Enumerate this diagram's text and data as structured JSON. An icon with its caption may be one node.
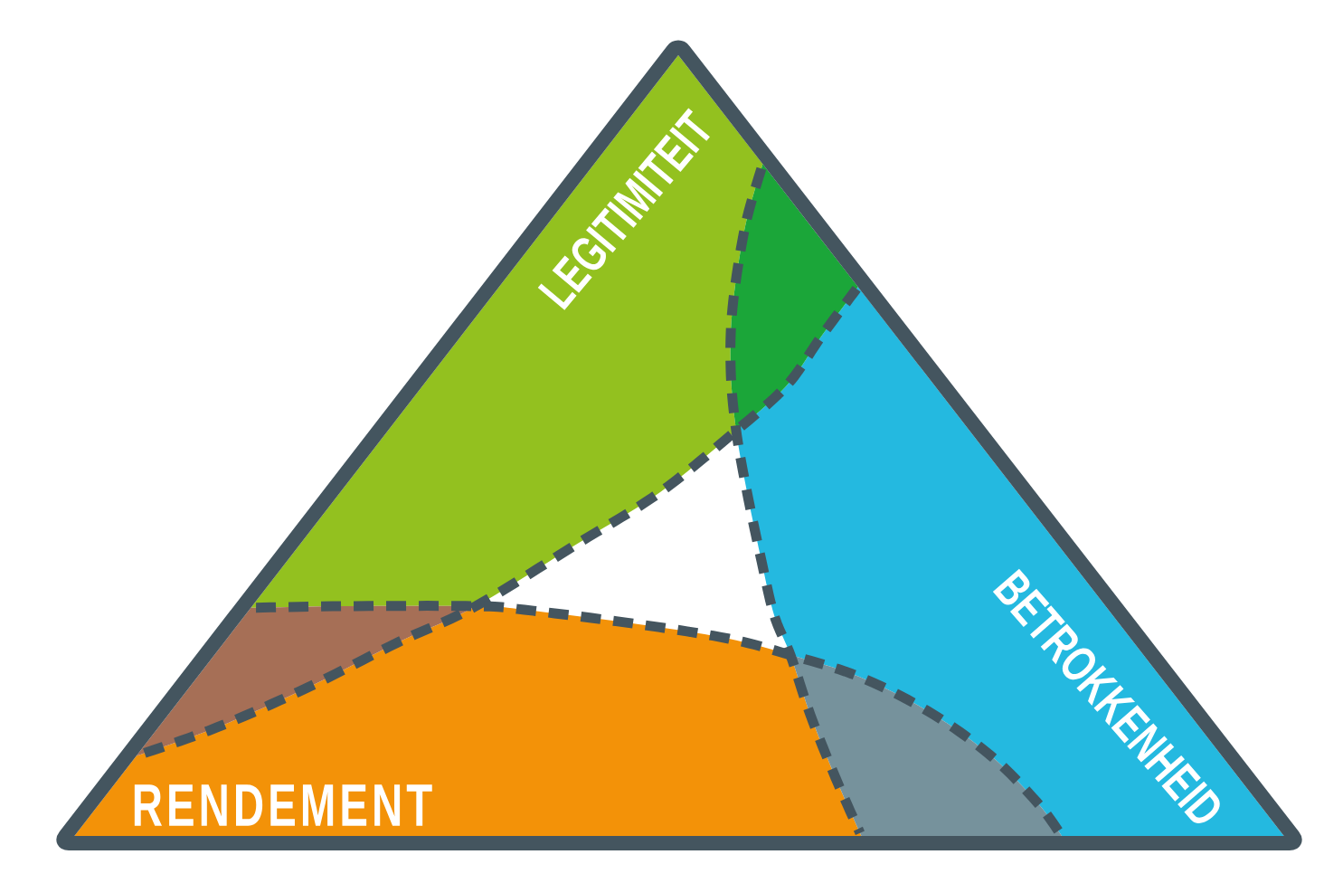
{
  "diagram": {
    "nodes": [
      {
        "text": [
          "LEGITIMITEIT"
        ]
      },
      {
        "text": [
          "BETROKKENHEID"
        ]
      },
      {
        "text": [
          "RENDEMENT"
        ]
      },
      {
        "text": [],
        "shape": "region"
      },
      {
        "text": [],
        "shape": "region"
      },
      {
        "text": [],
        "shape": "region"
      }
    ]
  }
}
